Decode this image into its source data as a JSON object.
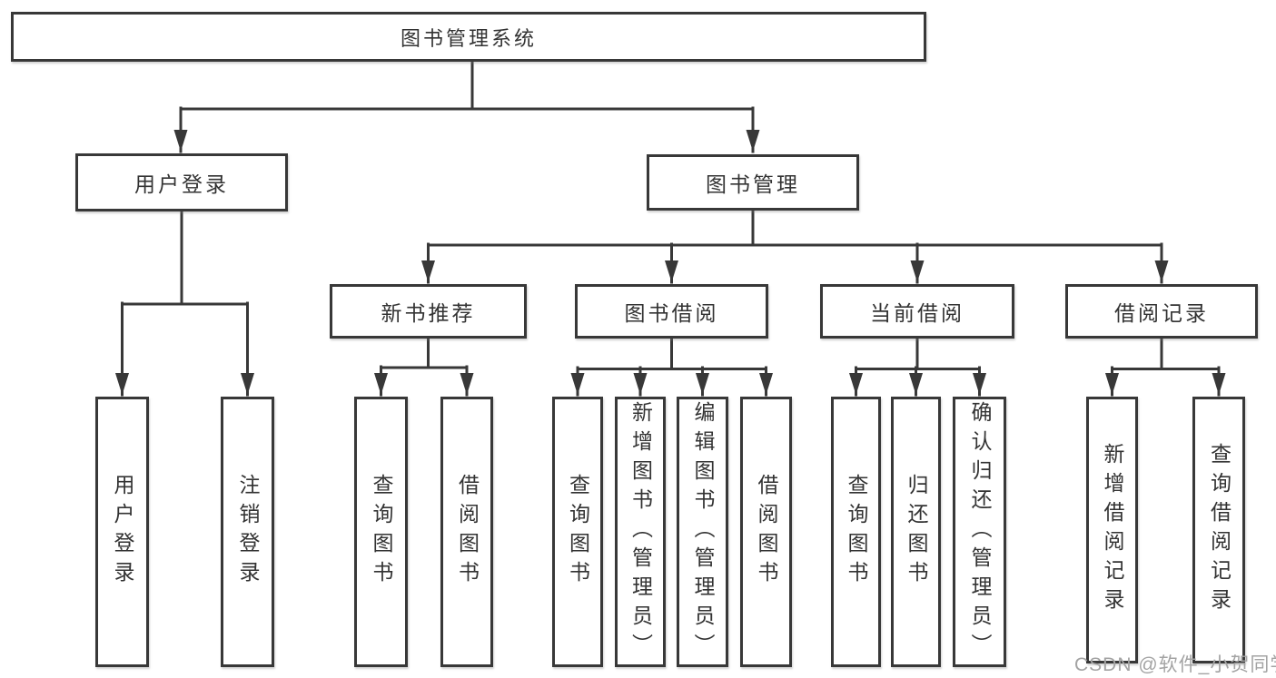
{
  "diagram": {
    "root": "图书管理系统",
    "branches": [
      {
        "label": "用户登录",
        "children": [
          "用户登录",
          "注销登录"
        ]
      },
      {
        "label": "图书管理",
        "groups": [
          {
            "label": "新书推荐",
            "children": [
              "查询图书",
              "借阅图书"
            ]
          },
          {
            "label": "图书借阅",
            "children": [
              "查询图书",
              "新增图书（管理员）",
              "编辑图书（管理员）",
              "借阅图书"
            ]
          },
          {
            "label": "当前借阅",
            "children": [
              "查询图书",
              "归还图书",
              "确认归还（管理员）"
            ]
          },
          {
            "label": "借阅记录",
            "children": [
              "新增借阅记录",
              "查询借阅记录"
            ]
          }
        ]
      }
    ],
    "colors": {
      "line": "#383838",
      "text": "#333333",
      "background": "#ffffff",
      "watermark": "#a3a3a3"
    }
  },
  "watermark": {
    "text": "CSDN @软件_小贺同学"
  }
}
